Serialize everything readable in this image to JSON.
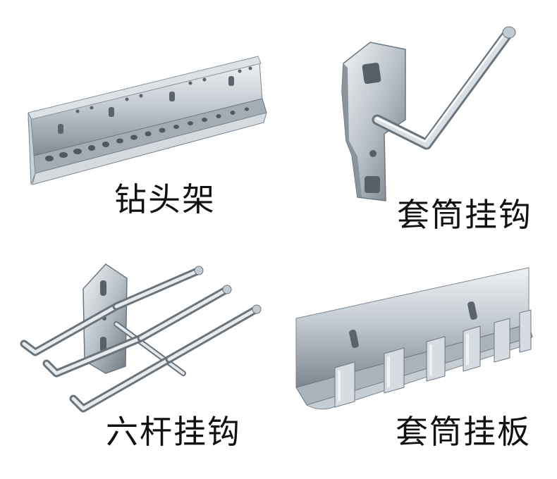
{
  "products": [
    {
      "id": "drill-rack",
      "label": "钻头架",
      "icon": "perforated-rail"
    },
    {
      "id": "socket-hook",
      "label": "套筒挂钩",
      "icon": "l-shaped-pegboard-hook"
    },
    {
      "id": "six-rod-hook",
      "label": "六杆挂钩",
      "icon": "triple-prong-hook"
    },
    {
      "id": "socket-tray",
      "label": "套筒挂板",
      "icon": "slotted-channel-tray"
    }
  ],
  "colors": {
    "metal_light": "#e4e8ec",
    "metal_mid": "#b4bcc4",
    "metal_dark": "#6e7780",
    "background": "#ffffff",
    "text": "#111111"
  }
}
